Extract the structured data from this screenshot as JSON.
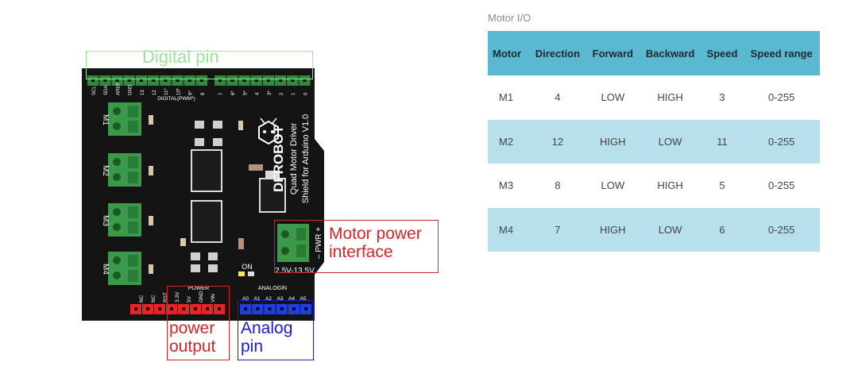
{
  "caption": "Motor I/O",
  "table": {
    "headers": [
      "Motor",
      "Direction",
      "Forward",
      "Backward",
      "Speed",
      "Speed range"
    ],
    "rows": [
      [
        "M1",
        "4",
        "LOW",
        "HIGH",
        "3",
        "0-255"
      ],
      [
        "M2",
        "12",
        "HIGH",
        "LOW",
        "11",
        "0-255"
      ],
      [
        "M3",
        "8",
        "LOW",
        "HIGH",
        "5",
        "0-255"
      ],
      [
        "M4",
        "7",
        "HIGH",
        "LOW",
        "6",
        "0-255"
      ]
    ]
  },
  "annotations": {
    "digital": "Digital pin",
    "motor_power": [
      "Motor power",
      "interface"
    ],
    "power_output": [
      "power",
      "output"
    ],
    "analog": [
      "Analog",
      "pin"
    ]
  },
  "board": {
    "brand": "DFROBOT",
    "product_lines": [
      "Quad Motor Driver",
      "Shield for Arduino V1.0"
    ],
    "digital_label": "DIGITAL(PWM*)",
    "digital_left_pins": [
      "SCL",
      "SDA",
      "AREF",
      "GND",
      "13",
      "12",
      "11*",
      "10*",
      "9*",
      "8"
    ],
    "digital_right_pins": [
      "7",
      "6*",
      "5*",
      "4",
      "3*",
      "2",
      "1",
      "0"
    ],
    "motors": [
      "M1",
      "M2",
      "M3",
      "M4"
    ],
    "pwr_label": "– PWR +",
    "voltage": "2.5V-13.5V",
    "on_label": "ON",
    "power_label": "POWER",
    "power_pins": [
      "NC",
      "NC",
      "RST",
      "3.3V",
      "5V",
      "GND",
      "VIN"
    ],
    "analog_label": "ANALOGIN",
    "analog_pins": [
      "A0",
      "A1",
      "A2",
      "A3",
      "A4",
      "A5"
    ]
  },
  "colors": {
    "board": "#141414",
    "header_green": "#2e8b3c",
    "header_red": "#e82424",
    "header_blue": "#1f3fe0",
    "terminal_green": "#3a9a4a",
    "table_header": "#5ab8d0",
    "table_alt_row": "#b8e0ec"
  }
}
